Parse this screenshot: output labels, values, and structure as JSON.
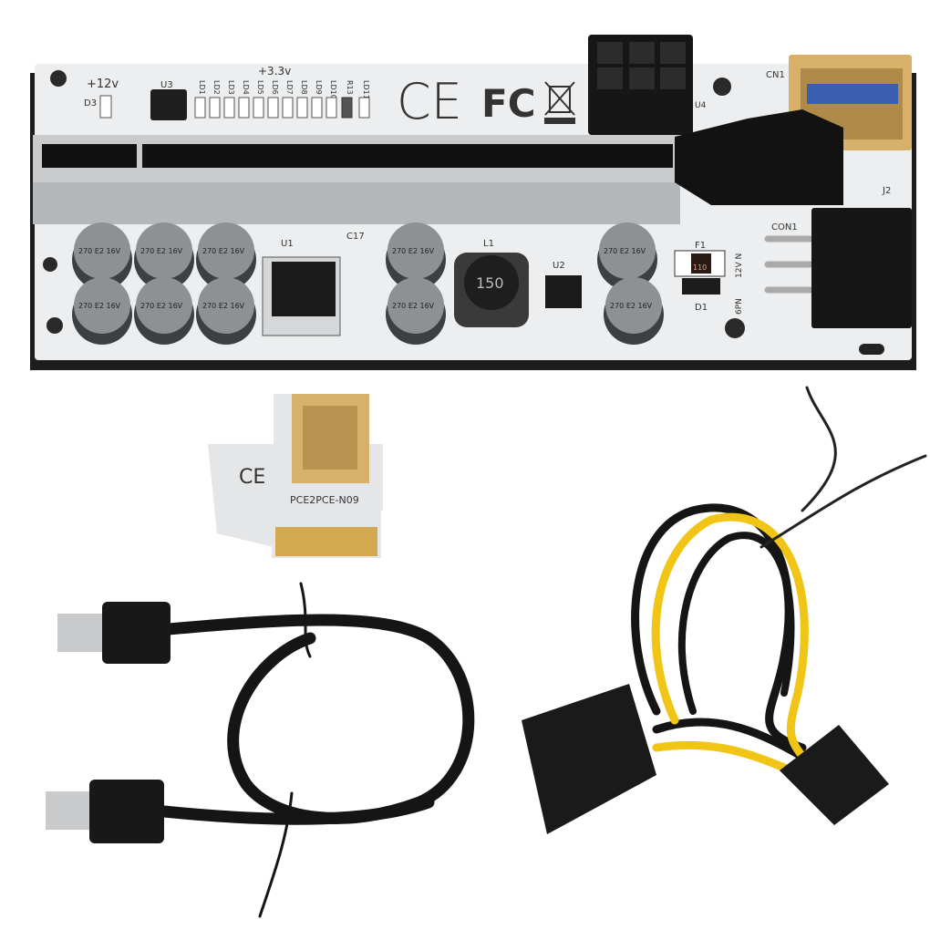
{
  "board": {
    "v12_label": "+12v",
    "d3_label": "D3",
    "u3_label": "U3",
    "v33_label": "+3.3v",
    "leds": [
      "LD1",
      "LD2",
      "LD3",
      "LD4",
      "LD5",
      "LD6",
      "LD7",
      "LD8",
      "LD9",
      "LD10",
      "LD11"
    ],
    "r13_label": "R13",
    "ce_mark": "CE",
    "fcc_mark": "FC",
    "u4_label": "U4",
    "cn1_label": "CN1",
    "j2_label": "J2",
    "con1_label": "CON1",
    "f1_label": "F1",
    "fuse_code": "110",
    "v12n_label": "12V N",
    "pin6_label": "6PN",
    "d1_label": "D1",
    "u1_label": "U1",
    "c17_label": "C17",
    "l1_label": "L1",
    "inductor_code": "150",
    "u2_label": "U2",
    "cap_text": "270 E2 16V"
  },
  "adapter": {
    "model_label": "PCE2PCE-N09",
    "ce_mark": "CE"
  },
  "colors": {
    "pcb": "#eceef0",
    "metal": "#c9cbcd",
    "gold": "#d7b06a",
    "yellow_wire": "#f1c515",
    "black": "#141414"
  }
}
